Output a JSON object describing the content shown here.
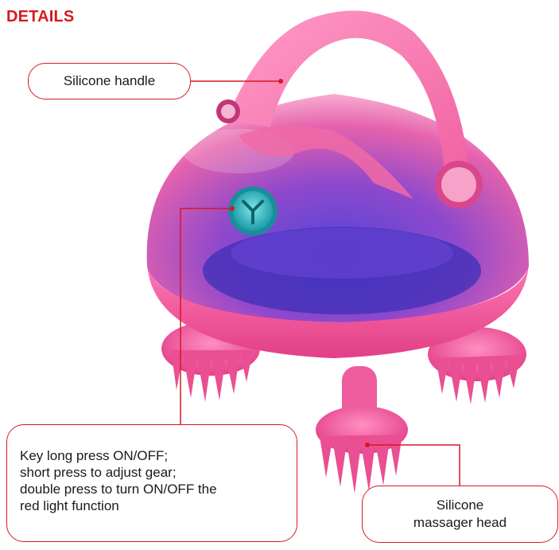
{
  "title": "DETAILS",
  "callouts": {
    "handle": "Silicone handle",
    "key": {
      "line1": "Key long press ON/OFF;",
      "line2": "short press to adjust gear;",
      "line3": "double press to turn ON/OFF the",
      "line4": "red light function"
    },
    "head": {
      "line1": "Silicone",
      "line2": "massager head"
    }
  },
  "colors": {
    "accent": "#d71920",
    "body_pink": "#ee4f95",
    "dome_purple": "#7a3fd1",
    "button_teal": "#38c4c9"
  }
}
